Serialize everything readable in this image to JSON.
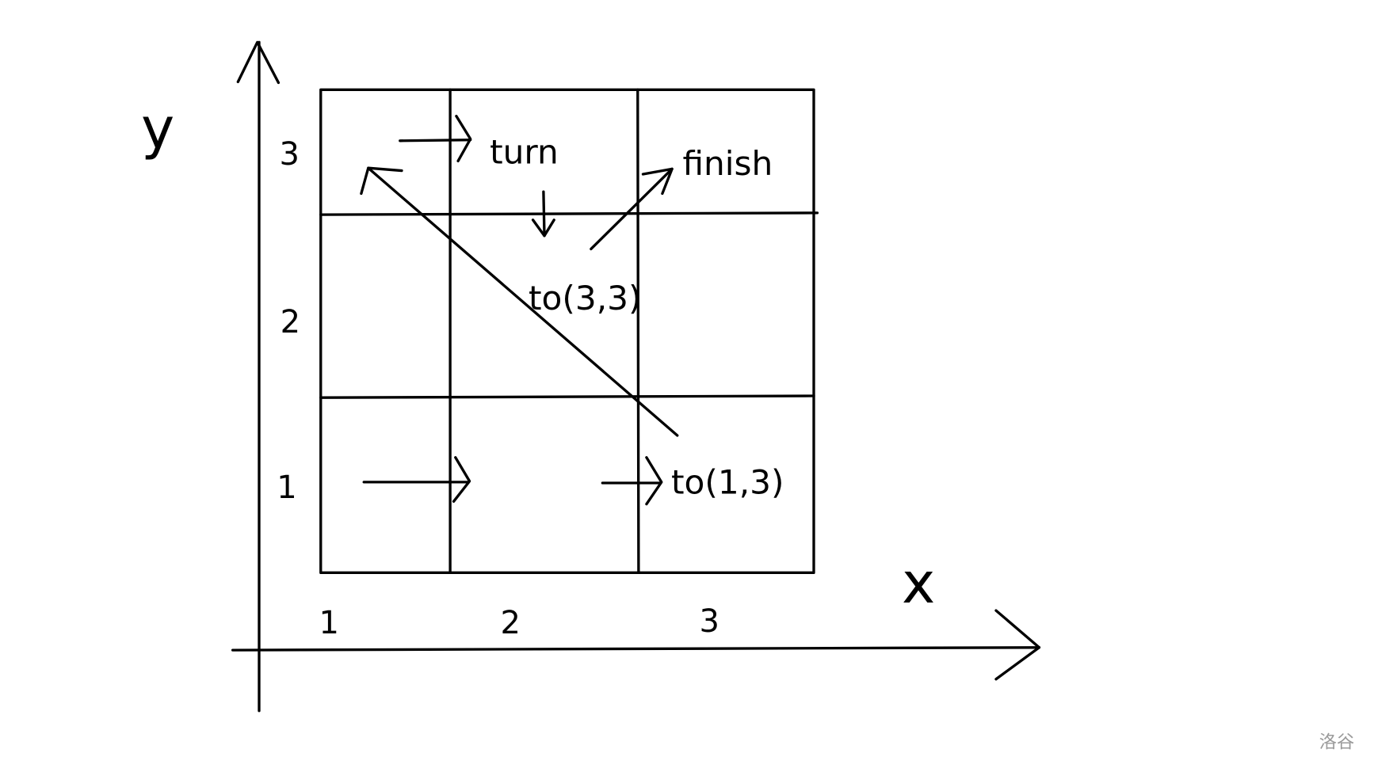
{
  "axes": {
    "x_label": "x",
    "y_label": "y"
  },
  "x_ticks": [
    "1",
    "2",
    "3"
  ],
  "y_ticks": [
    "1",
    "2",
    "3"
  ],
  "annotations": {
    "turn": "turn",
    "finish": "finish",
    "to33": "to(3,3)",
    "to13": "to(1,3)"
  },
  "watermark": "洛谷"
}
